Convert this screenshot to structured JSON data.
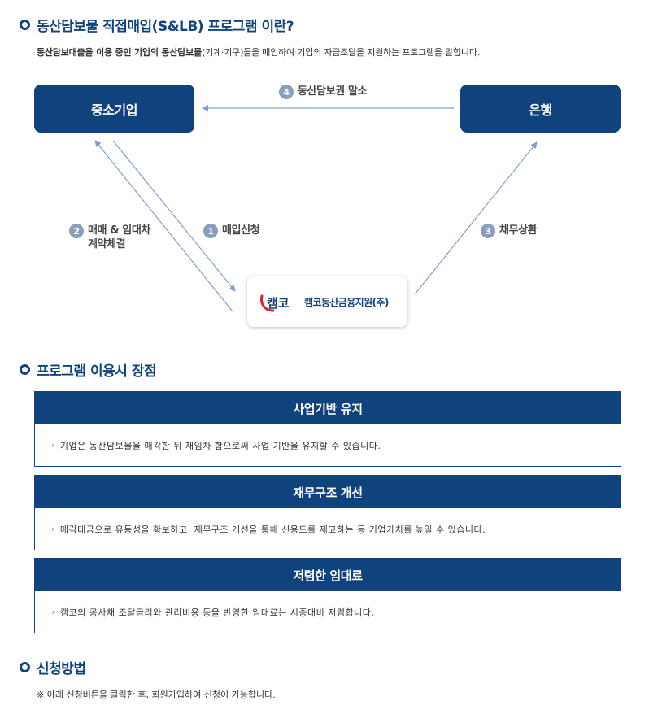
{
  "section1": {
    "title": "동산담보물 직접매입(S&LB) 프로그램 이란?",
    "intro_bold1": "동산담보대출을 이용 중인 기업의 동산담보물",
    "intro_rest": "(기계·기구)들을 매입하여 기업의 자금조달을 지원하는 프로그램을 말합니다."
  },
  "diagram": {
    "node_sme": "중소기업",
    "node_bank": "은행",
    "kamco_logo_text": "캠코",
    "kamco_name": "캠코동산금융지원(주)",
    "steps": [
      {
        "num": "1",
        "label": "매입신청"
      },
      {
        "num": "2",
        "label_line1": "매매 & 임대차",
        "label_line2": "계약체결"
      },
      {
        "num": "3",
        "label": "채무상환"
      },
      {
        "num": "4",
        "label": "동산담보권 말소"
      }
    ],
    "colors": {
      "primary": "#10437e",
      "arrow": "#7f9fd0",
      "step_badge": "#8a9fbd",
      "logo_red": "#d8242c"
    }
  },
  "section2": {
    "title": "프로그램 이용시 장점",
    "benefits": [
      {
        "title": "사업기반 유지",
        "desc": "기업은 동산담보물을 매각한 뒤 재임차 함으로써 사업 기반을 유지할 수 있습니다."
      },
      {
        "title": "재무구조 개선",
        "desc": "매각대금으로 유동성을 확보하고, 재무구조 개선을 통해 신용도를 제고하는 등 기업가치를 높일 수 있습니다."
      },
      {
        "title": "저렴한 임대료",
        "desc": "캠코의 공사채 조달금리와 관리비용 등을 반영한 임대료는 시중대비 저렴합니다."
      }
    ],
    "bullet_glyph": "›"
  },
  "section3": {
    "title": "신청방법",
    "note": "※ 아래 신청버튼을 클릭한 후, 회원가입하여 신청이 가능합니다."
  }
}
